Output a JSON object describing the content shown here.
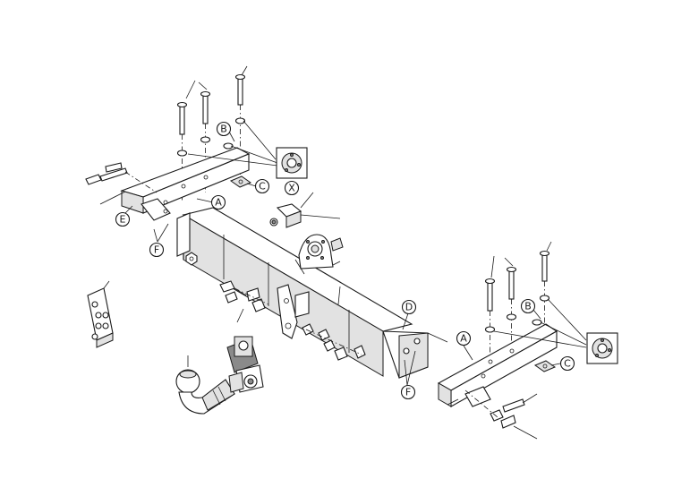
{
  "callouts": {
    "a_left": "A",
    "a_right": "A",
    "b_left": "B",
    "b_right": "B",
    "c_left": "C",
    "c_right": "C",
    "d": "D",
    "e": "E",
    "f_left": "F",
    "f_right": "F",
    "x": "X"
  }
}
